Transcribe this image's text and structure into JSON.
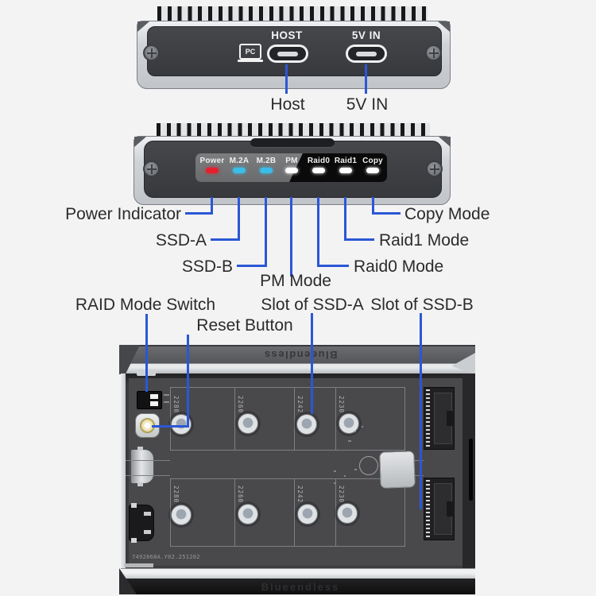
{
  "colors": {
    "callout_blue": "#2b57d5",
    "led_power": "#e5202e",
    "led_ssd": "#3bbde8",
    "led_white": "#ffffff"
  },
  "front_panel": {
    "pc_icon_label": "PC",
    "host_port_label": "HOST",
    "power_port_label": "5V IN",
    "host_callout": "Host",
    "power_callout": "5V IN"
  },
  "led_panel": {
    "leds": [
      {
        "label": "Power",
        "color": "#e5202e",
        "callout": "Power Indicator"
      },
      {
        "label": "M.2A",
        "color": "#3bbde8",
        "callout": "SSD-A"
      },
      {
        "label": "M.2B",
        "color": "#3bbde8",
        "callout": "SSD-B"
      },
      {
        "label": "PM",
        "color": "#ffffff",
        "callout": "PM Mode"
      },
      {
        "label": "Raid0",
        "color": "#ffffff",
        "callout": "Raid0 Mode"
      },
      {
        "label": "Raid1",
        "color": "#ffffff",
        "callout": "Raid1 Mode"
      },
      {
        "label": "Copy",
        "color": "#ffffff",
        "callout": "Copy Mode"
      }
    ]
  },
  "internal_view": {
    "raid_switch_callout": "RAID Mode Switch",
    "reset_callout": "Reset Button",
    "slot_a_callout": "Slot of SSD-A",
    "slot_b_callout": "Slot of SSD-B",
    "brand_top": "Blueendless",
    "brand_bottom": "Blueendless",
    "pcb_serial": "7492868A.Y02.251202",
    "slot_lengths": [
      "2280",
      "2260",
      "2242",
      "2230"
    ]
  }
}
